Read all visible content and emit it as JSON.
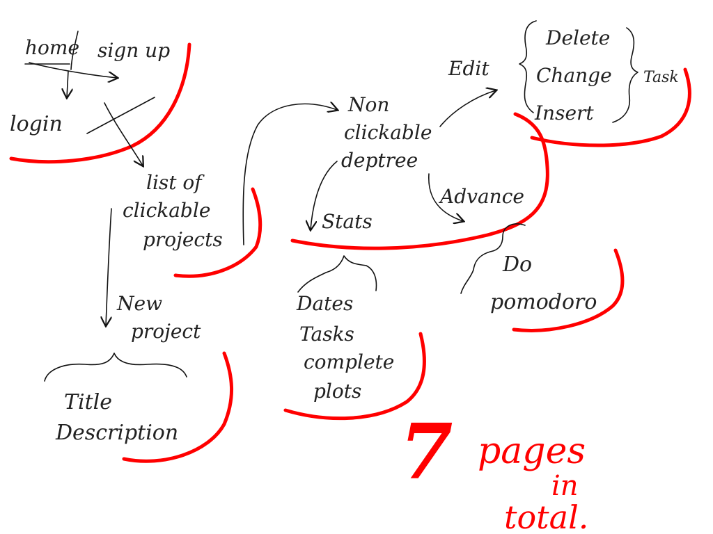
{
  "colors": {
    "ink": "#111111",
    "highlight": "#ff0000",
    "background": "#ffffff"
  },
  "nodes": {
    "home": "home",
    "signup": "sign up",
    "login": "login",
    "projects": [
      "list of",
      "clickable",
      "projects"
    ],
    "new_project": [
      "New",
      "project"
    ],
    "new_project_fields": [
      "Title",
      "Description"
    ],
    "tree": [
      "Non",
      "clickable",
      "deptree"
    ],
    "edit": "Edit",
    "edit_actions": [
      "Delete",
      "Change",
      "Insert"
    ],
    "task": "Task",
    "advance": "Advance",
    "stats": "Stats",
    "stats_items": [
      "Dates",
      "Tasks",
      "complete",
      "plots"
    ],
    "pomodoro": [
      "Do",
      "pomodoro"
    ]
  },
  "summary": {
    "count": "7",
    "text": [
      "pages",
      "in",
      "total."
    ]
  }
}
